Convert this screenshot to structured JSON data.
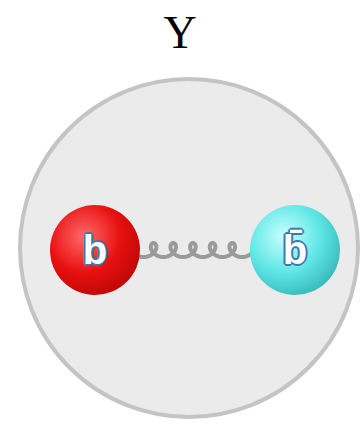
{
  "diagram": {
    "title": "Υ",
    "nodes": [
      {
        "text": [
          "b"
        ]
      },
      {
        "text": [
          "b̄"
        ]
      }
    ],
    "edges": [
      {
        "from": 0,
        "to": 1,
        "arrow": "none"
      }
    ]
  }
}
